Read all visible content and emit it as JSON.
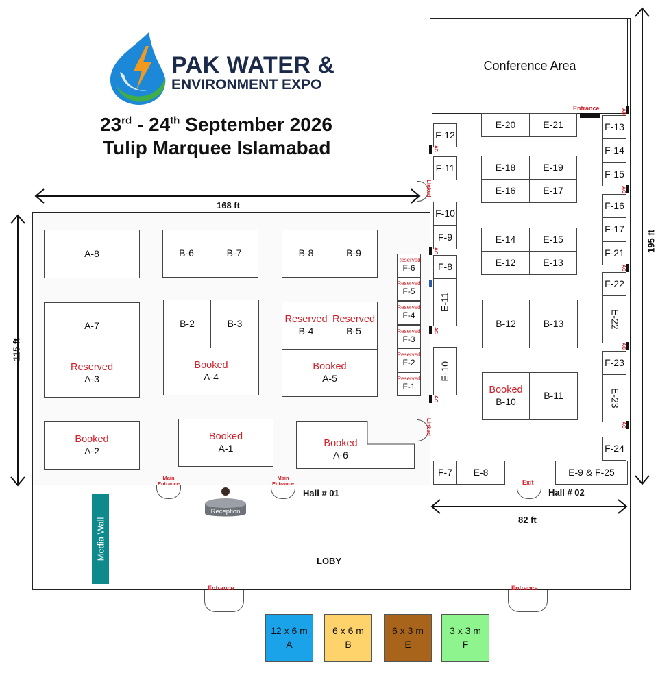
{
  "header": {
    "logo_line1": "PAK WATER &",
    "logo_line2": "ENVIRONMENT EXPO",
    "date_start": "23",
    "date_start_sup": "rd",
    "date_sep": " - 24",
    "date_end_sup": "th",
    "date_rest": " September 2026",
    "venue": "Tulip Marquee Islamabad"
  },
  "dimensions": {
    "hall1_width": "168 ft",
    "hall1_height": "115 ft",
    "hall2_height": "195 ft",
    "hall2_width": "82 ft"
  },
  "areas": {
    "conference": "Conference Area",
    "hall1": "Hall # 01",
    "hall2": "Hall # 02",
    "lobby": "LOBY",
    "media_wall": "Media Wall",
    "reception": "Reception"
  },
  "labels": {
    "entrance": "Entrance",
    "main_entrance_1": "Main",
    "main_entrance_2": "Entrance",
    "exit": "Exit",
    "linked": "Linked",
    "ac": "AC"
  },
  "hall1_booths": {
    "a8": {
      "code": "A-8"
    },
    "a7": {
      "code": "A-7"
    },
    "a3": {
      "code": "A-3",
      "status": "Reserved"
    },
    "a2": {
      "code": "A-2",
      "status": "Booked"
    },
    "a1": {
      "code": "A-1",
      "status": "Booked"
    },
    "a6": {
      "code": "A-6",
      "status": "Booked"
    },
    "a4": {
      "code": "A-4",
      "status": "Booked"
    },
    "a5": {
      "code": "A-5",
      "status": "Booked"
    },
    "b6": {
      "code": "B-6"
    },
    "b7": {
      "code": "B-7"
    },
    "b8": {
      "code": "B-8"
    },
    "b9": {
      "code": "B-9"
    },
    "b2": {
      "code": "B-2"
    },
    "b3": {
      "code": "B-3"
    },
    "b4": {
      "code": "B-4",
      "status": "Reserved"
    },
    "b5": {
      "code": "B-5",
      "status": "Reserved"
    },
    "f6": {
      "code": "F-6",
      "status": "Reserved"
    },
    "f5": {
      "code": "F-5",
      "status": "Reserved"
    },
    "f4": {
      "code": "F-4",
      "status": "Reserved"
    },
    "f3": {
      "code": "F-3",
      "status": "Reserved"
    },
    "f2": {
      "code": "F-2",
      "status": "Reserved"
    },
    "f1": {
      "code": "F-1",
      "status": "Reserved"
    }
  },
  "hall2_booths": {
    "f12": "F-12",
    "f11": "F-11",
    "f10": "F-10",
    "f9": "F-9",
    "f8": "F-8",
    "e11": "E-11",
    "e10": "E-10",
    "f7": "F-7",
    "e8": "E-8",
    "e20": "E-20",
    "e21": "E-21",
    "e18": "E-18",
    "e19": "E-19",
    "e16": "E-16",
    "e17": "E-17",
    "e14": "E-14",
    "e15": "E-15",
    "e12": "E-12",
    "e13": "E-13",
    "b12": "B-12",
    "b13": "B-13",
    "b10": "B-10",
    "b10_status": "Booked",
    "b11": "B-11",
    "f13": "F-13",
    "f14": "F-14",
    "f15": "F-15",
    "f16": "F-16",
    "f17": "F-17",
    "f21": "F-21",
    "f22": "F-22",
    "e22": "E-22",
    "f23": "F-23",
    "e23": "E-23",
    "f24": "F-24",
    "e9f25": "E-9 & F-25"
  },
  "legend": [
    {
      "size": "12 x 6 m",
      "type": "A",
      "color": "#1aa3e8"
    },
    {
      "size": "6 x 6 m",
      "type": "B",
      "color": "#ffd36b"
    },
    {
      "size": "6 x 3 m",
      "type": "E",
      "color": "#a8641b"
    },
    {
      "size": "3 x 3 m",
      "type": "F",
      "color": "#8ef58e"
    }
  ],
  "colors": {
    "status_red": "#d0212b",
    "media_wall": "#0e8a8c",
    "logo_navy": "#1c2a4a",
    "logo_blue": "#1e88d8",
    "logo_green": "#3fae49",
    "logo_orange": "#f39a1e"
  }
}
